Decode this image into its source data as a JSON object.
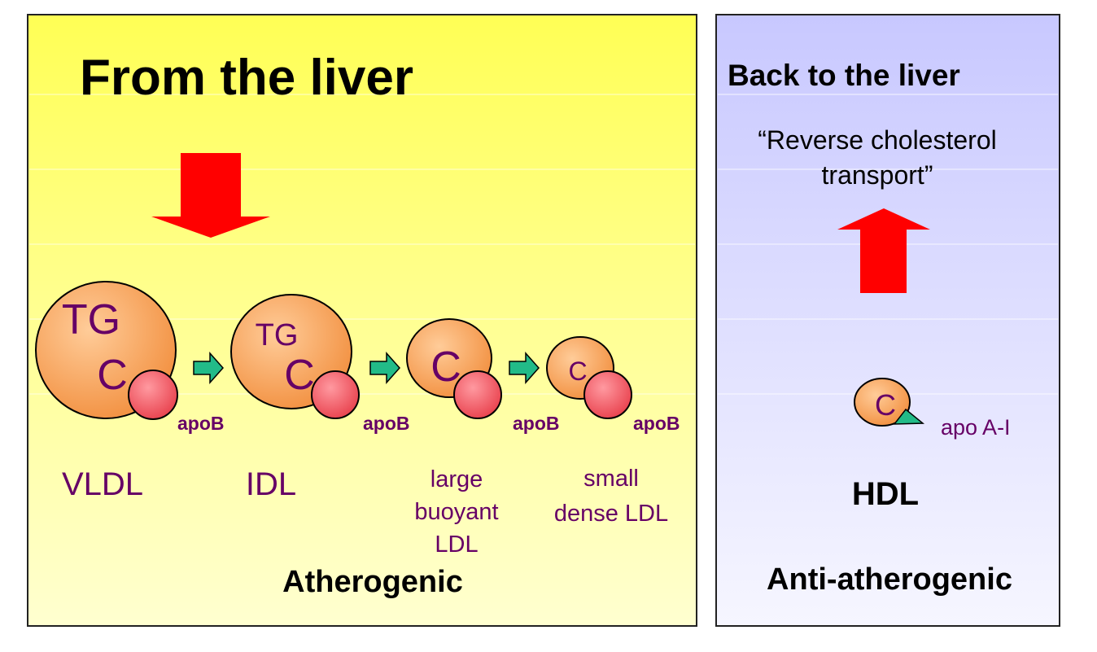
{
  "left_panel": {
    "title": "From the liver",
    "footer": "Atherogenic",
    "particles": [
      {
        "lines": [
          "TG",
          "C"
        ],
        "apo": "apoB",
        "name_lines": [
          "VLDL"
        ]
      },
      {
        "lines": [
          "TG",
          "C"
        ],
        "apo": "apoB",
        "name_lines": [
          "IDL"
        ]
      },
      {
        "lines": [
          "C"
        ],
        "apo": "apoB",
        "name_lines": [
          "large",
          "buoyant",
          "LDL"
        ]
      },
      {
        "lines": [
          "C"
        ],
        "apo": "apoB",
        "name_lines": [
          "small",
          "dense LDL"
        ]
      }
    ]
  },
  "right_panel": {
    "title": "Back to the liver",
    "subtitle_line1": "“Reverse cholesterol",
    "subtitle_line2": "transport”",
    "particle_label": "C",
    "apo": "apo A-I",
    "name": "HDL",
    "footer": "Anti-atherogenic"
  },
  "colors": {
    "left_bg_top": "#ffff66",
    "left_bg_bottom": "#ffffcc",
    "right_bg_top": "#ccccff",
    "right_bg_bottom": "#f4f4ff",
    "particle_fill": "#f5a050",
    "apo_sphere": "#ee5560",
    "arrow_red": "#ff0000",
    "arrow_green": "#22bb88",
    "label_purple": "#660066",
    "title_black": "#000000"
  }
}
